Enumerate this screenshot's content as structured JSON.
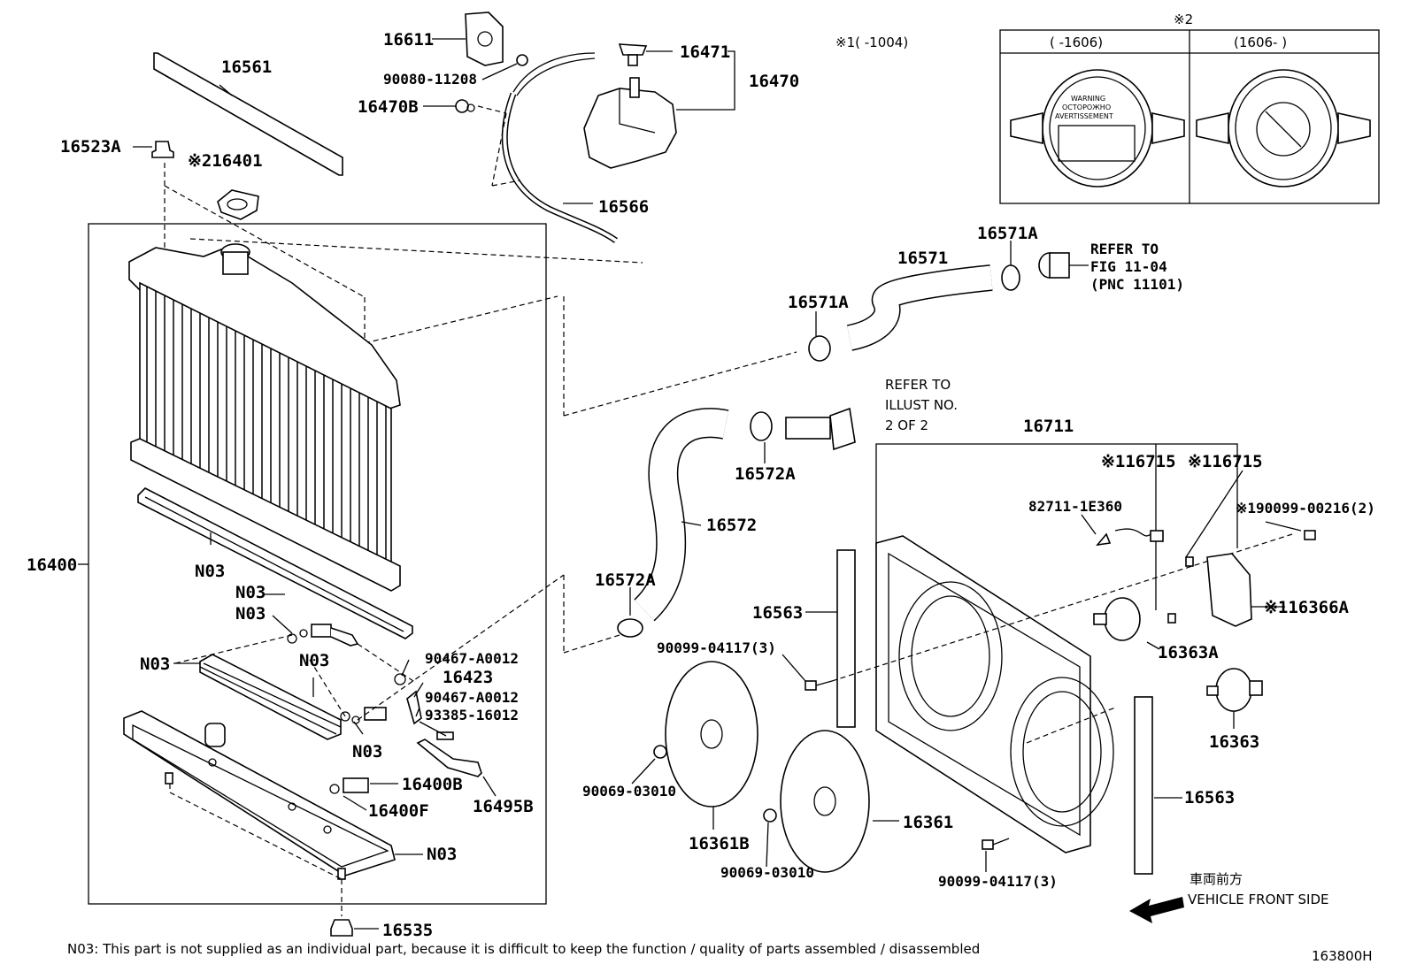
{
  "labels": {
    "p16611": "16611",
    "p90080": "90080-11208",
    "p16471": "16471",
    "p16470": "16470",
    "p16470B": "16470B",
    "p16566": "16566",
    "p16561": "16561",
    "p16523A": "16523A",
    "p16401": "※216401",
    "p16400": "16400",
    "n03_a": "N03",
    "n03_b": "N03",
    "n03_c": "N03",
    "n03_d": "N03",
    "n03_e": "N03",
    "n03_f": "N03",
    "n03_g": "N03",
    "p90467a": "90467-A0012",
    "p16423": "16423",
    "p90467b": "90467-A0012",
    "p93385": "93385-16012",
    "p16400B": "16400B",
    "p16400F": "16400F",
    "p16495B": "16495B",
    "p16535": "16535",
    "p16571": "16571",
    "p16571A_top": "16571A",
    "p16571A_left": "16571A",
    "refer1_l1": "REFER TO",
    "refer1_l2": "FIG 11-04",
    "refer1_l3": "(PNC 11101)",
    "refer2_l1": "REFER TO",
    "refer2_l2": "ILLUST NO.",
    "refer2_l3": "2 OF 2",
    "p16572A_top": "16572A",
    "p16572": "16572",
    "p16572A_low": "16572A",
    "p16711": "16711",
    "p16715a": "※116715",
    "p16715b": "※116715",
    "p82711": "82711-1E360",
    "p90099_00216": "※190099-00216(2)",
    "p16366A": "※116366A",
    "p16363A": "16363A",
    "p16363": "16363",
    "p16563_left": "16563",
    "p16563_right": "16563",
    "p90099_04117a": "90099-04117(3)",
    "p90099_04117b": "90099-04117(3)",
    "p90069a": "90069-03010",
    "p90069b": "90069-03010",
    "p16361B": "16361B",
    "p16361": "16361"
  },
  "notes": {
    "mark1": "※1(    -1004)",
    "mark2": "※2",
    "cap_col1": "(    -1606)",
    "cap_col2": "(1606-    )",
    "cap_warning_1": "WARNING",
    "cap_warning_2": "ОСТОРОЖНО",
    "cap_warning_3": "AVERTISSEMENT",
    "front_jp": "車両前方",
    "front_en": "VEHICLE FRONT SIDE",
    "footnote": "N03: This part is not supplied as an individual part, because it is difficult to keep the function / quality of parts assembled / disassembled",
    "figure_id": "163800H"
  }
}
